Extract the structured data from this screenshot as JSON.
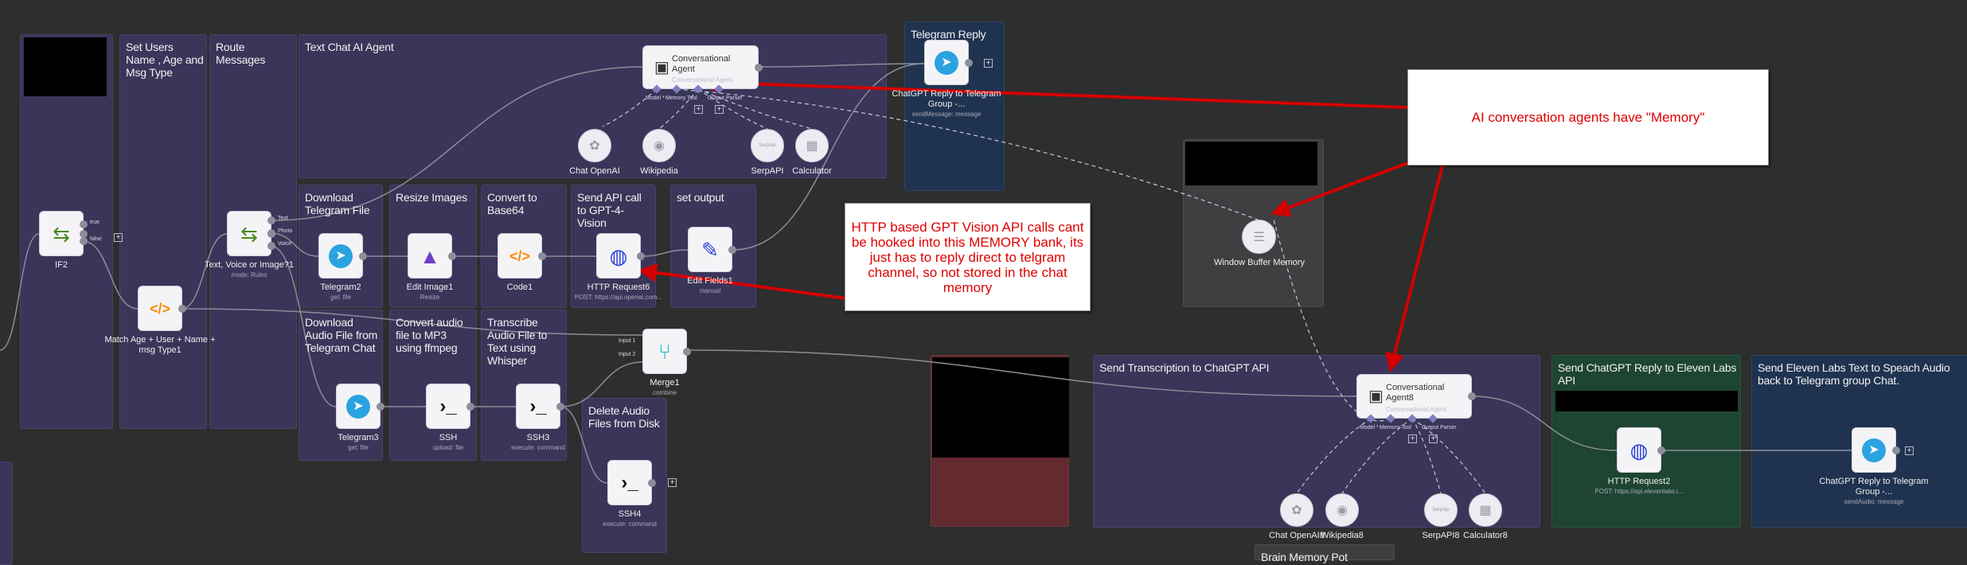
{
  "groups": [
    {
      "id": "g-if",
      "title": "",
      "color": "#3a3559"
    },
    {
      "id": "g-setusers",
      "title": "Set Users Name , Age and Msg Type",
      "color": "#3a3559"
    },
    {
      "id": "g-route",
      "title": "Route Messages",
      "color": "#3a3559"
    },
    {
      "id": "g-textchat",
      "title": "Text Chat AI Agent",
      "color": "#3a3559"
    },
    {
      "id": "g-tgreply",
      "title": "Telegram Reply",
      "color": "#1f3350"
    },
    {
      "id": "g-download",
      "title": "Download Telegram File",
      "color": "#3a3559"
    },
    {
      "id": "g-resize",
      "title": "Resize Images",
      "color": "#3a3559"
    },
    {
      "id": "g-base64",
      "title": "Convert to Base64",
      "color": "#3a3559"
    },
    {
      "id": "g-sendapi",
      "title": "Send API call to GPT-4-Vision",
      "color": "#3a3559"
    },
    {
      "id": "g-setoutput",
      "title": "set output",
      "color": "#3a3559"
    },
    {
      "id": "g-dlaudio",
      "title": "Download Audio File from Telegram Chat",
      "color": "#3a3559"
    },
    {
      "id": "g-convaudio",
      "title": "Convert audio file to MP3 using ffmpeg",
      "color": "#3a3559"
    },
    {
      "id": "g-transcribe",
      "title": "Transcribe Audio File to Text using Whisper",
      "color": "#3a3559"
    },
    {
      "id": "g-delete",
      "title": "Delete Audio Files from Disk",
      "color": "#3a3559"
    },
    {
      "id": "g-red",
      "title": "",
      "color": "#632a30"
    },
    {
      "id": "g-memory",
      "title": "",
      "color": "#3f3f42"
    },
    {
      "id": "g-sendtrans",
      "title": "Send Transcription to ChatGPT API",
      "color": "#3a3559"
    },
    {
      "id": "g-eleven",
      "title": "Send ChatGPT Reply to Eleven Labs API",
      "color": "#1e4432"
    },
    {
      "id": "g-elevenback",
      "title": "Send Eleven Labs Text to Speach Audio back to Telegram group Chat.",
      "color": "#1f3350"
    },
    {
      "id": "g-brain",
      "title": "Brain Memory Pot",
      "color": "#3f3f42"
    },
    {
      "id": "g-left",
      "title": "",
      "color": "#3a3559"
    }
  ],
  "nodes": [
    {
      "id": "if2",
      "label": "IF2",
      "sub": "",
      "icon": "signpost",
      "glyph": "⇆",
      "color": "#4a8a1c",
      "outputs": [
        "true",
        "false"
      ]
    },
    {
      "id": "match",
      "label": "Match Age + User + Name + msg Type1",
      "sub": "",
      "icon": "code",
      "glyph": "</>",
      "color": "#ff8a00",
      "outputs": []
    },
    {
      "id": "switch",
      "label": "Text, Voice or Image?1",
      "sub": "mode: Rules",
      "icon": "signpost",
      "glyph": "⇆",
      "color": "#4a8a1c",
      "outputs": [
        "Text",
        "Photo",
        "Voice"
      ]
    },
    {
      "id": "tg2",
      "label": "Telegram2",
      "sub": "get: file",
      "icon": "telegram",
      "glyph": "➤",
      "color": "#2aa3e0",
      "outputs": []
    },
    {
      "id": "edit",
      "label": "Edit Image1",
      "sub": "Resize",
      "icon": "image",
      "glyph": "▲",
      "color": "#6c3fc7",
      "outputs": []
    },
    {
      "id": "code1",
      "label": "Code1",
      "sub": "",
      "icon": "code",
      "glyph": "</>",
      "color": "#ff8a00",
      "outputs": []
    },
    {
      "id": "http6",
      "label": "HTTP Request6",
      "sub": "POST: https://api.openai.com...",
      "icon": "globe",
      "glyph": "◍",
      "color": "#2b3fd6",
      "outputs": []
    },
    {
      "id": "fields",
      "label": "Edit Fields1",
      "sub": "manual",
      "icon": "pencil",
      "glyph": "✎",
      "color": "#2b3fd6",
      "outputs": []
    },
    {
      "id": "tg3",
      "label": "Telegram3",
      "sub": "get: file",
      "icon": "telegram",
      "glyph": "➤",
      "color": "#2aa3e0",
      "outputs": []
    },
    {
      "id": "ssh",
      "label": "SSH",
      "sub": "upload: file",
      "icon": "terminal",
      "glyph": "›_",
      "color": "#111111",
      "outputs": []
    },
    {
      "id": "ssh3",
      "label": "SSH3",
      "sub": "execute: command",
      "icon": "terminal",
      "glyph": "›_",
      "color": "#111111",
      "outputs": []
    },
    {
      "id": "ssh4",
      "label": "SSH4",
      "sub": "execute: command",
      "icon": "terminal",
      "glyph": "›_",
      "color": "#111111",
      "outputs": []
    },
    {
      "id": "merge",
      "label": "Merge1",
      "sub": "combine",
      "icon": "merge",
      "glyph": "⑂",
      "color": "#17b3c7",
      "outputs": [],
      "inputs": [
        "Input 1",
        "Input 2"
      ]
    },
    {
      "id": "tgreply",
      "label": "ChatGPT Reply to Telegram Group -...",
      "sub": "sendMessage: message",
      "icon": "telegram",
      "glyph": "➤",
      "color": "#2aa3e0",
      "outputs": []
    },
    {
      "id": "http2",
      "label": "HTTP Request2",
      "sub": "POST: https://api.elevenlabs.i...",
      "icon": "globe",
      "glyph": "◍",
      "color": "#2b3fd6",
      "outputs": []
    },
    {
      "id": "tgaudio",
      "label": "ChatGPT Reply to Telegram Group -...",
      "sub": "sendAudio: message",
      "icon": "telegram",
      "glyph": "➤",
      "color": "#2aa3e0",
      "outputs": []
    }
  ],
  "agents": [
    {
      "id": "agent",
      "title": "Conversational Agent",
      "sub": "Conversational Agent",
      "ports": [
        "Model *",
        "Memory",
        "Tool",
        "Output Parser"
      ],
      "tools": [
        {
          "label": "Chat OpenAI",
          "icon": "openai"
        },
        {
          "label": "Wikipedia",
          "icon": "wikipedia"
        },
        {
          "label": "SerpAPI",
          "icon": "serpapi",
          "text": "SerpApi"
        },
        {
          "label": "Calculator",
          "icon": "calculator"
        }
      ]
    },
    {
      "id": "agent8",
      "title": "Conversational Agent8",
      "sub": "Conversational Agent",
      "ports": [
        "Model *",
        "Memory",
        "Tool",
        "Output Parser"
      ],
      "tools": [
        {
          "label": "Chat OpenAI8",
          "icon": "openai"
        },
        {
          "label": "Wikipedia8",
          "icon": "wikipedia"
        },
        {
          "label": "SerpAPI8",
          "icon": "serpapi",
          "text": "SerpApi"
        },
        {
          "label": "Calculator8",
          "icon": "calculator"
        }
      ]
    }
  ],
  "memory": {
    "label": "Window Buffer Memory",
    "icon": "database"
  },
  "annotations": {
    "memory_note": "AI conversation agents have \"Memory\"",
    "vision_note": "HTTP based GPT Vision API calls cant be hooked into this MEMORY bank, its just has to reply direct to telgram channel, so not stored in the chat memory",
    "text_color": "#e00000",
    "arrow_color": "#d40000"
  },
  "colors": {
    "canvas": "#2d2e2e",
    "wire": "#8d8d99"
  }
}
